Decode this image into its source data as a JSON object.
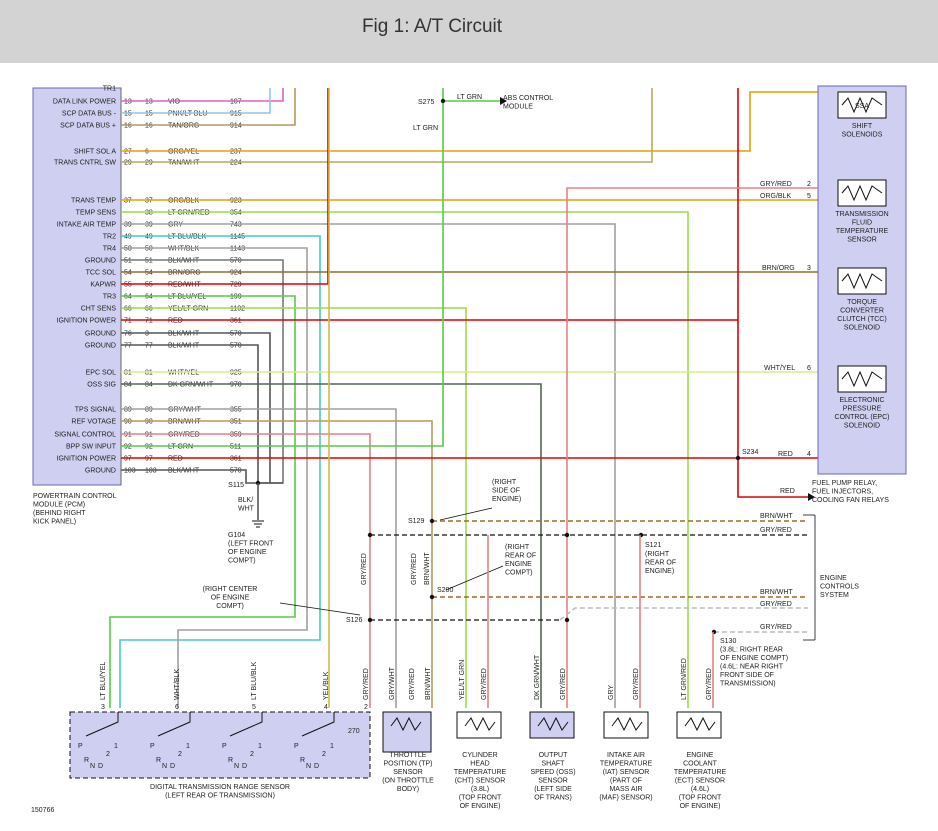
{
  "title": "Fig 1: A/T Circuit",
  "figure_number": "150766",
  "colors": {
    "box": "#cfcff2",
    "orange": "#e8a000",
    "tan": "#b9975b",
    "red": "#e00000",
    "green": "#55cc44",
    "lightgreen": "#99dd44",
    "cyan": "#44cccc",
    "grey": "#a0a0a0",
    "brown": "#9b6a2a",
    "pink": "#e060c0",
    "ltblue": "#8ec6e6",
    "salmon": "#e88080",
    "olive": "#b8a860"
  },
  "pcm": {
    "pins": [
      {
        "label": "TR1",
        "p1": "",
        "p2": "",
        "color": "",
        "circuit": ""
      },
      {
        "label": "DATA LINK POWER",
        "p1": "13",
        "p2": "13",
        "color": "VIO",
        "circuit": "107"
      },
      {
        "label": "SCP DATA BUS -",
        "p1": "15",
        "p2": "15",
        "color": "PNK/LT BLU",
        "circuit": "915"
      },
      {
        "label": "SCP DATA BUS +",
        "p1": "16",
        "p2": "16",
        "color": "TAN/ORG",
        "circuit": "914"
      },
      {
        "label": "SHIFT SOL A",
        "p1": "27",
        "p2": "6",
        "color": "ORG/YEL",
        "circuit": "237"
      },
      {
        "label": "TRANS CNTRL SW",
        "p1": "29",
        "p2": "29",
        "color": "TAN/WHT",
        "circuit": "224"
      },
      {
        "label": "TRANS TEMP",
        "p1": "37",
        "p2": "37",
        "color": "ORG/BLK",
        "circuit": "923"
      },
      {
        "label": "TEMP SENS",
        "p1": "",
        "p2": "38",
        "color": "LT GRN/RED",
        "circuit": "354"
      },
      {
        "label": "INTAKE AIR TEMP",
        "p1": "39",
        "p2": "39",
        "color": "GRY",
        "circuit": "743"
      },
      {
        "label": "TR2",
        "p1": "49",
        "p2": "49",
        "color": "LT BLU/BLK",
        "circuit": "1145"
      },
      {
        "label": "TR4",
        "p1": "50",
        "p2": "50",
        "color": "WHT/BLK",
        "circuit": "1143"
      },
      {
        "label": "GROUND",
        "p1": "51",
        "p2": "51",
        "color": "BLK/WHT",
        "circuit": "570"
      },
      {
        "label": "TCC SOL",
        "p1": "54",
        "p2": "54",
        "color": "BRN/ORG",
        "circuit": "924"
      },
      {
        "label": "KAPWR",
        "p1": "55",
        "p2": "55",
        "color": "RED/WHT",
        "circuit": "729"
      },
      {
        "label": "TR3",
        "p1": "64",
        "p2": "64",
        "color": "LT BLU/YEL",
        "circuit": "199"
      },
      {
        "label": "CHT SENS",
        "p1": "66",
        "p2": "66",
        "color": "YEL/LT GRN",
        "circuit": "1102"
      },
      {
        "label": "IGNITION POWER",
        "p1": "71",
        "p2": "71",
        "color": "RED",
        "circuit": "361"
      },
      {
        "label": "GROUND",
        "p1": "76",
        "p2": "3",
        "color": "BLK/WHT",
        "circuit": "570"
      },
      {
        "label": "GROUND",
        "p1": "77",
        "p2": "77",
        "color": "BLK/WHT",
        "circuit": "570"
      },
      {
        "label": "EPC SOL",
        "p1": "81",
        "p2": "81",
        "color": "WHT/YEL",
        "circuit": "925"
      },
      {
        "label": "OSS SIG",
        "p1": "84",
        "p2": "84",
        "color": "DK GRN/WHT",
        "circuit": "970"
      },
      {
        "label": "TPS SIGNAL",
        "p1": "89",
        "p2": "89",
        "color": "GRY/WHT",
        "circuit": "355"
      },
      {
        "label": "REF VOTAGE",
        "p1": "90",
        "p2": "90",
        "color": "BRN/WHT",
        "circuit": "351"
      },
      {
        "label": "SIGNAL CONTROL",
        "p1": "91",
        "p2": "91",
        "color": "GRY/RED",
        "circuit": "359"
      },
      {
        "label": "BPP SW INPUT",
        "p1": "92",
        "p2": "92",
        "color": "LT GRN",
        "circuit": "511"
      },
      {
        "label": "IGNITION POWER",
        "p1": "97",
        "p2": "97",
        "color": "RED",
        "circuit": "361"
      },
      {
        "label": "GROUND",
        "p1": "103",
        "p2": "103",
        "color": "BLK/WHT",
        "circuit": "570"
      }
    ],
    "caption": [
      "POWERTRAIN CONTROL",
      "MODULE (PCM)",
      "(BEHIND RIGHT",
      "KICK PANEL)"
    ]
  },
  "solenoid_box": {
    "items": [
      {
        "name": "SSA",
        "caption": [
          "SHIFT",
          "SOLENOIDS"
        ]
      },
      {
        "name": "TFT",
        "caption": [
          "TRANSMISSION",
          "FLUID",
          "TEMPERATURE",
          "SENSOR"
        ],
        "pins": [
          {
            "n": "2",
            "color": "GRY/RED"
          },
          {
            "n": "5",
            "color": "ORG/BLK"
          }
        ]
      },
      {
        "name": "TCC",
        "caption": [
          "TORQUE",
          "CONVERTER",
          "CLUTCH (TCC)",
          "SOLENOID"
        ],
        "pins": [
          {
            "n": "3",
            "color": "BRN/ORG"
          }
        ]
      },
      {
        "name": "EPC",
        "caption": [
          "ELECTRONIC",
          "PRESSURE",
          "CONTROL (EPC)",
          "SOLENOID"
        ],
        "pins": [
          {
            "n": "6",
            "color": "WHT/YEL"
          }
        ]
      }
    ],
    "red_pin": {
      "n": "4",
      "color": "RED"
    }
  },
  "splices": {
    "s275": "S275",
    "s234": "S234",
    "s115": "S115",
    "s129": "S129",
    "s121": "S121",
    "s200": "S200",
    "s126": "S126",
    "s130": "S130"
  },
  "labels": {
    "abs": [
      "ABS CONTROL",
      "MODULE"
    ],
    "lt_grn": "LT GRN",
    "fuel_relay": [
      "FUEL PUMP RELAY,",
      "FUEL INJECTORS,",
      "COOLING FAN RELAYS"
    ],
    "engine_controls": [
      "ENGINE",
      "CONTROLS",
      "SYSTEM"
    ],
    "blk_wht": [
      "BLK/",
      "WHT"
    ],
    "g104": [
      "G104",
      "(LEFT FRONT",
      "OF ENGINE",
      "COMPT)"
    ],
    "right_side": [
      "(RIGHT",
      "SIDE OF",
      "ENGINE)"
    ],
    "right_rear_1": [
      "(RIGHT",
      "REAR OF",
      "ENGINE",
      "COMPT)"
    ],
    "right_rear_2": [
      "(RIGHT",
      "REAR OF",
      "ENGINE)"
    ],
    "right_center": [
      "(RIGHT CENTER",
      "OF ENGINE",
      "COMPT)"
    ],
    "s130_note": [
      "S130",
      "(3.8L: RIGHT REAR",
      "OF ENGINE COMPT)",
      "(4.6L: NEAR RIGHT",
      "FRONT SIDE OF",
      "TRANSMISSION)"
    ],
    "s121": "S121",
    "red": "RED",
    "brn_wht": "BRN/WHT",
    "gry_red": "GRY/RED"
  },
  "bottom_wires": [
    {
      "text": "LT BLU/YEL",
      "pin": "3"
    },
    {
      "text": "WHT/BLK",
      "pin": "6"
    },
    {
      "text": "LT BLU/BLK",
      "pin": "5"
    },
    {
      "text": "YEL/BLK",
      "pin": "4"
    },
    {
      "text": "GRY/RED",
      "pin": "2"
    },
    {
      "text": "GRY/WHT",
      "pin": ""
    },
    {
      "text": "GRY/RED",
      "pin": ""
    },
    {
      "text": "BRN/WHT",
      "pin": ""
    },
    {
      "text": "YEL/LT GRN",
      "pin": ""
    },
    {
      "text": "GRY/RED",
      "pin": ""
    },
    {
      "text": "DK GRN/WHT",
      "pin": ""
    },
    {
      "text": "GRY/RED",
      "pin": ""
    },
    {
      "text": "GRY",
      "pin": ""
    },
    {
      "text": "GRY/RED",
      "pin": ""
    },
    {
      "text": "LT GRN/RED",
      "pin": ""
    },
    {
      "text": "GRY/RED",
      "pin": ""
    }
  ],
  "vertical_mid": [
    "GRY/RED",
    "GRY/RED",
    "BRN/WHT"
  ],
  "resistor": "270",
  "dtr_switch_letters": [
    "P",
    "R",
    "N",
    "D",
    "2",
    "1"
  ],
  "sensors": [
    {
      "name": "dtr",
      "caption": [
        "DIGITAL TRANSMISSION RANGE SENSOR",
        "(LEFT REAR OF TRANSMISSION)"
      ]
    },
    {
      "name": "tp",
      "caption": [
        "THROTTLE",
        "POSITION (TP)",
        "SENSOR",
        "(ON THROTTLE",
        "BODY)"
      ]
    },
    {
      "name": "cht",
      "caption": [
        "CYLINDER",
        "HEAD",
        "TEMPERATURE",
        "(CHT) SENSOR",
        "(3.8L)",
        "(TOP FRONT",
        "OF ENGINE)"
      ]
    },
    {
      "name": "oss",
      "caption": [
        "OUTPUT",
        "SHAFT",
        "SPEED (OSS)",
        "SENSOR",
        "(LEFT SIDE",
        "OF TRANS)"
      ]
    },
    {
      "name": "iat",
      "caption": [
        "INTAKE AIR",
        "TEMPERATURE",
        "(IAT) SENSOR",
        "(PART OF",
        "MASS AIR",
        "(MAF) SENSOR)"
      ]
    },
    {
      "name": "ect",
      "caption": [
        "ENGINE",
        "COOLANT",
        "TEMPERATURE",
        "(ECT) SENSOR",
        "(4.6L)",
        "(TOP FRONT",
        "OF ENGINE)"
      ]
    }
  ]
}
